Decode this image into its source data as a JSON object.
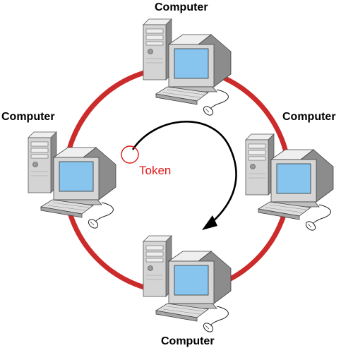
{
  "nodes": [
    {
      "id": "top",
      "label": "Computer"
    },
    {
      "id": "left",
      "label": "Computer"
    },
    {
      "id": "right",
      "label": "Computer"
    },
    {
      "id": "bottom",
      "label": "Computer"
    }
  ],
  "token": {
    "label": "Token"
  },
  "colors": {
    "ring": "#cc2b2b",
    "token": "#e01818",
    "arrow": "#000000",
    "screen": "#87c5ee",
    "case": "#d4d4d4",
    "case_dark": "#8a8a8a"
  },
  "icons": [
    "computer-icon",
    "monitor-icon",
    "keyboard-icon",
    "mouse-icon",
    "tower-icon"
  ]
}
